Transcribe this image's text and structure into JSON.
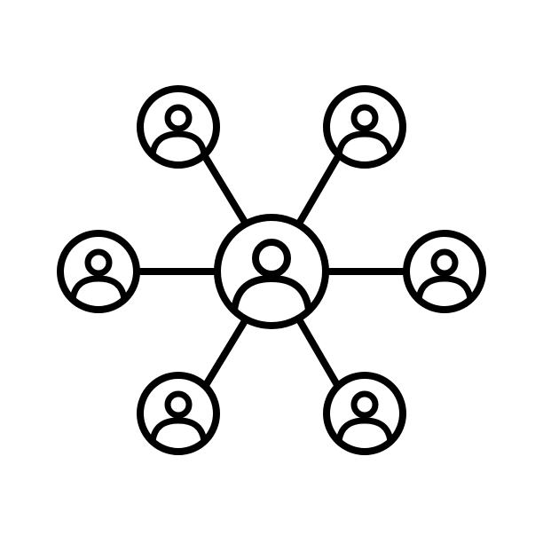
{
  "icon": {
    "name": "social-network-icon",
    "stroke_color": "#000000",
    "background_color": "#ffffff",
    "center_node": {
      "name": "center-user"
    },
    "outer_nodes": [
      {
        "name": "user-top-left"
      },
      {
        "name": "user-top-right"
      },
      {
        "name": "user-left"
      },
      {
        "name": "user-right"
      },
      {
        "name": "user-bottom-left"
      },
      {
        "name": "user-bottom-right"
      }
    ]
  }
}
